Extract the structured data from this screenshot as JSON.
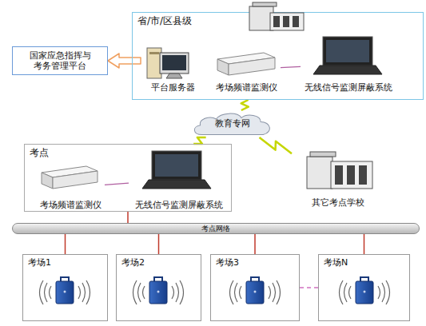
{
  "diagram": {
    "nodes": [
      {
        "text": [
          "国家应急指挥与 考务管理平台"
        ]
      },
      {
        "text": [
          "省/市/区县级"
        ]
      },
      {
        "text": [
          "平台服务器"
        ],
        "in": 1
      },
      {
        "text": [
          "考场频谱监测仪"
        ],
        "in": 1
      },
      {
        "text": [
          "无线信号监测屏蔽系统"
        ],
        "in": 1
      },
      {
        "text": [
          "教育专网"
        ]
      },
      {
        "text": [
          "考点"
        ]
      },
      {
        "text": [
          "考场频谱监测仪"
        ],
        "in": 6
      },
      {
        "text": [
          "无线信号监测屏蔽系统"
        ],
        "in": 6
      },
      {
        "text": [
          "其它考点学校"
        ]
      },
      {
        "text": [
          "考点网络"
        ]
      },
      {
        "text": [
          "考场1"
        ]
      },
      {
        "text": [
          "考场2"
        ]
      },
      {
        "text": [
          "考场3"
        ]
      },
      {
        "text": [
          "考场N"
        ]
      }
    ],
    "edges": [
      {
        "from": 2,
        "to": 0,
        "arrow": "to"
      },
      {
        "from": 3,
        "to": 4,
        "arrow": "none"
      },
      {
        "from": 1,
        "to": 5,
        "arrow": "none"
      },
      {
        "from": 5,
        "to": 6,
        "arrow": "none"
      },
      {
        "from": 5,
        "to": 9,
        "arrow": "none"
      },
      {
        "from": 7,
        "to": 8,
        "arrow": "none"
      },
      {
        "from": 6,
        "to": 10,
        "arrow": "none"
      },
      {
        "from": 10,
        "to": 11,
        "arrow": "none"
      },
      {
        "from": 10,
        "to": 12,
        "arrow": "none"
      },
      {
        "from": 10,
        "to": 13,
        "arrow": "none"
      },
      {
        "from": 10,
        "to": 14,
        "arrow": "none"
      },
      {
        "from": 13,
        "to": 14,
        "arrow": "none"
      }
    ]
  }
}
